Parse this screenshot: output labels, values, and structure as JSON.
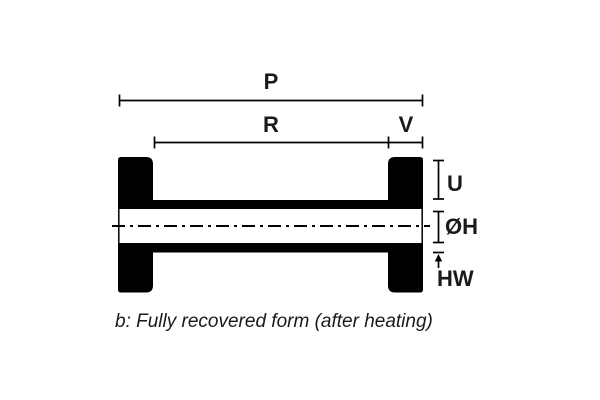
{
  "colors": {
    "ink": "#000000",
    "text": "#1a1a1a",
    "background": "#ffffff"
  },
  "diagram": {
    "caption": "b: Fully recovered form (after heating)",
    "labels": {
      "p": "P",
      "r": "R",
      "v": "V",
      "u": "U",
      "diameter_h": "ØH",
      "hw": "HW"
    }
  }
}
